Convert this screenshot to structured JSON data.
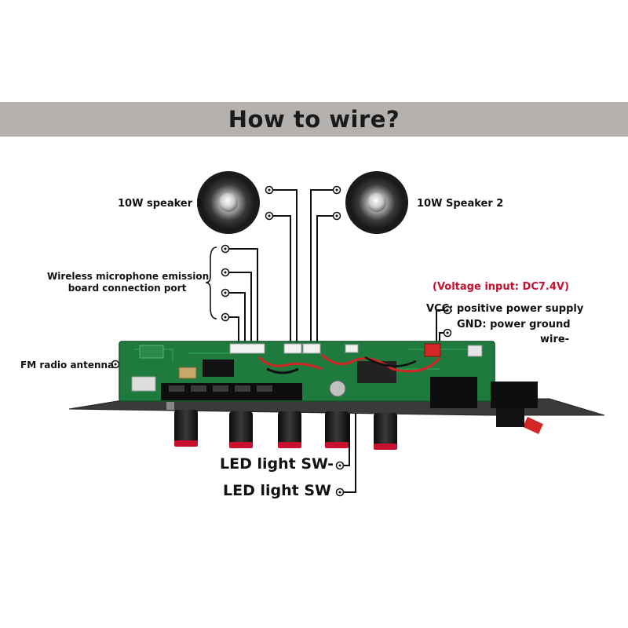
{
  "title": "How to wire?",
  "labels": {
    "speaker1": "10W speaker 1",
    "speaker2": "10W Speaker 2",
    "mic_line1": "Wireless microphone emission",
    "mic_line2": "board connection port",
    "fm": "FM radio antenna",
    "voltage": "(Voltage input: DC7.4V)",
    "vcc": "VCC: positive power supply",
    "gnd_line1": "GND: power ground",
    "gnd_line2": "wire-",
    "led_minus": "LED light SW-",
    "led": "LED light SW"
  },
  "colors": {
    "banner": "#b5b1ae",
    "pcb": "#1f7a3d",
    "accent_red": "#c8102e",
    "wire": "#111111"
  }
}
